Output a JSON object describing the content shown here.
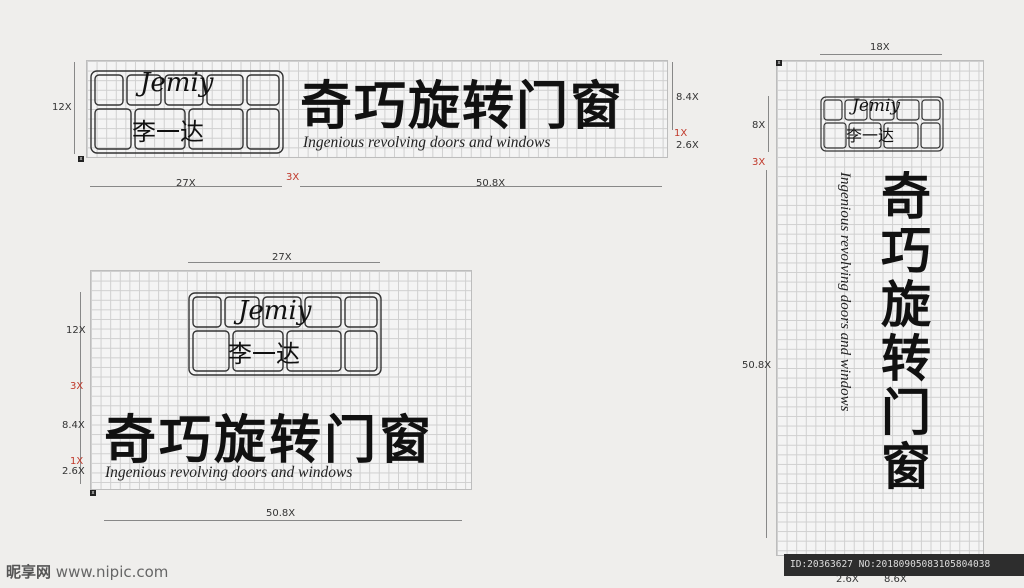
{
  "brand": {
    "name_cn": "奇巧旋转门窗",
    "name_en": "Ingenious revolving doors and windows",
    "logo_signature": "Jemiy",
    "logo_name": "李一达"
  },
  "layouts": {
    "horizontal": {
      "dims": {
        "height_left": "12X",
        "width_logo": "27X",
        "gap": "3X",
        "width_text": "50.8X",
        "cn_height": "8.4X",
        "gap_small": "1X",
        "en_height": "2.6X"
      }
    },
    "stacked": {
      "dims": {
        "logo_width": "27X",
        "logo_height": "12X",
        "gap": "3X",
        "cn_height": "8.4X",
        "gap_small": "1X",
        "en_height": "2.6X",
        "text_width": "50.8X"
      }
    },
    "vertical": {
      "dims": {
        "width": "18X",
        "logo_height": "8X",
        "gap": "3X",
        "text_height": "50.8X",
        "en_width": "2.6X",
        "cn_width": "8.6X"
      }
    }
  },
  "corner_mark": "x",
  "watermark": {
    "brand": "昵享网",
    "url": "www.nipic.com"
  },
  "image_id": "ID:20363627 NO:20180905083105804038"
}
